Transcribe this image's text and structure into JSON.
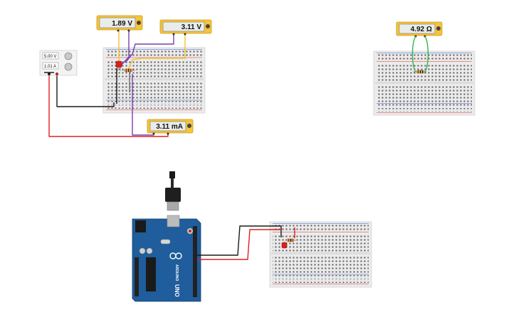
{
  "meters": {
    "led_voltage": {
      "reading": "1.89 V"
    },
    "resistor_voltage": {
      "reading": "3.11 V"
    },
    "current": {
      "reading": "3.11 mA"
    },
    "resistance": {
      "reading": "4.92 Ω"
    }
  },
  "power_supply": {
    "voltage": "5.00 V",
    "current": "1.01 A"
  },
  "arduino": {
    "brand": "ARDUINO",
    "model": "UNO"
  },
  "colors": {
    "meter_body": "#f5c43b",
    "meter_screen": "#e9eceb",
    "breadboard": "#ebebeb",
    "rail_red": "#e03131",
    "rail_blue": "#3a5fc9",
    "wire_red": "#e02020",
    "wire_black": "#1a1a1a",
    "wire_purple": "#7a3fb0",
    "wire_yellow": "#f2c12e",
    "wire_green": "#2fb84a",
    "arduino_blue": "#1f5d9c",
    "led_red": "#d92020"
  }
}
